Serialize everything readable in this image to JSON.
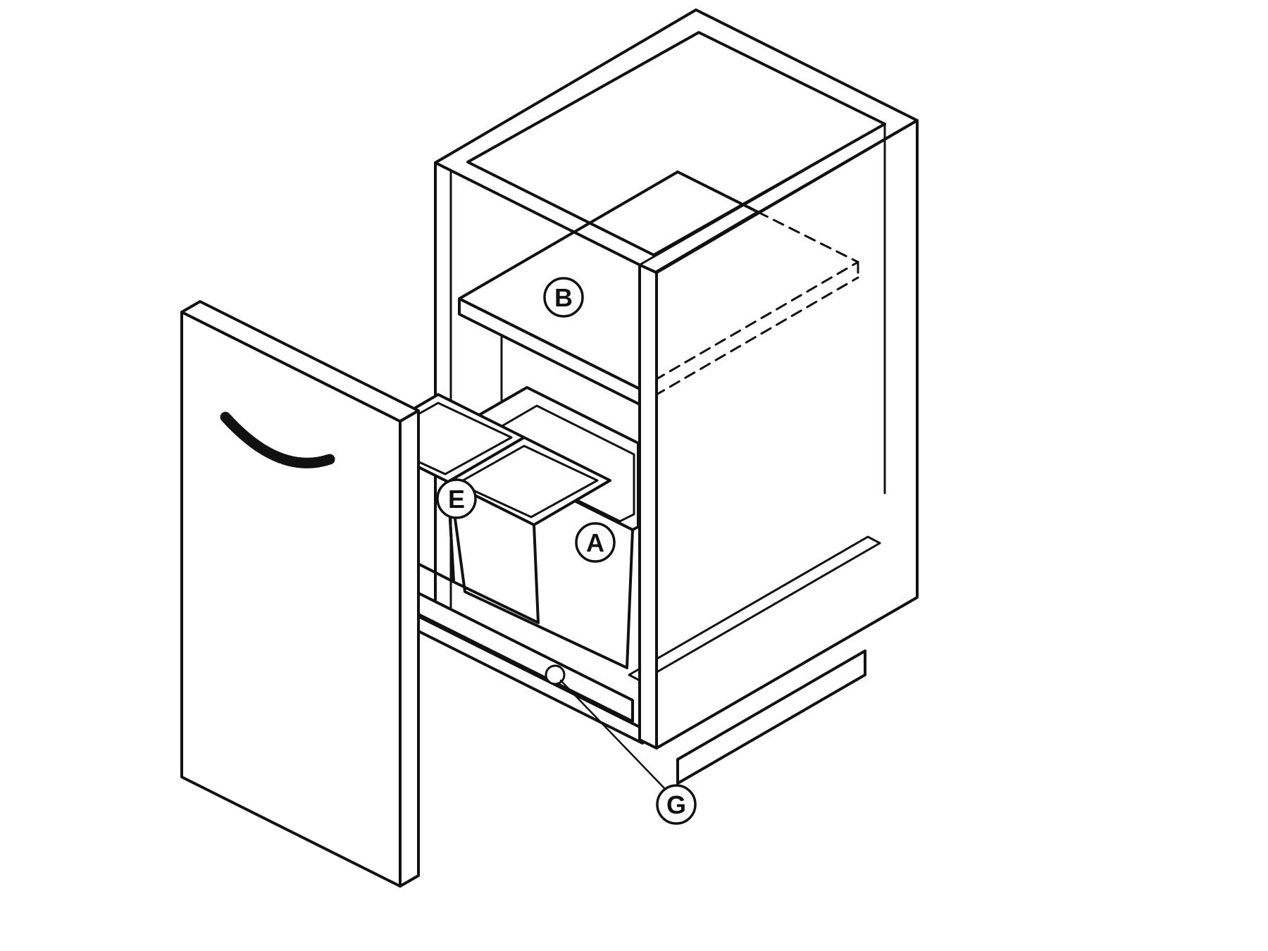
{
  "diagram": {
    "labels": {
      "cover_shelf": "B",
      "large_bin": "A",
      "small_bin": "E",
      "roller": "G"
    },
    "colors": {
      "line": "#111111",
      "background": "#ffffff",
      "shelf_top": "#e3e3e3",
      "shelf_edge": "#d4d4d4",
      "large_bin_front": "#e2e2e2",
      "small_bin_front": "#ebebeb",
      "panel": "#ffffff"
    }
  }
}
